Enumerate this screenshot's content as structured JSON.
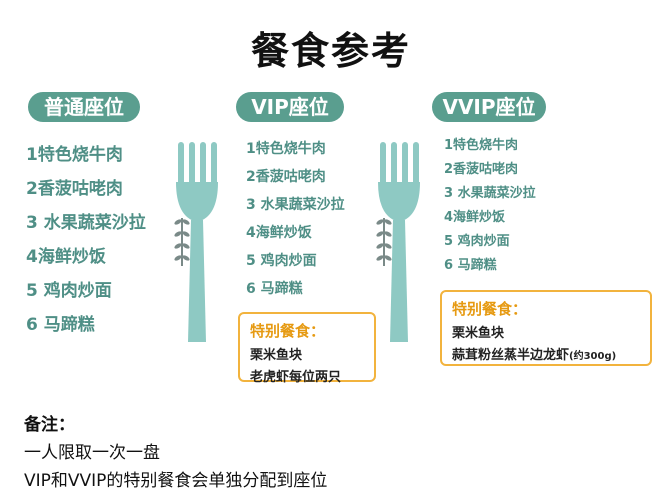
{
  "title": "餐食参考",
  "sections": [
    {
      "label": "普通座位",
      "items": [
        "1特色烧牛肉",
        "2香菠咕咾肉",
        "3 水果蔬菜沙拉",
        "4海鲜炒饭",
        "5 鸡肉炒面",
        "6 马蹄糕"
      ]
    },
    {
      "label": "VIP座位",
      "items": [
        "1特色烧牛肉",
        "2香菠咕咾肉",
        "3 水果蔬菜沙拉",
        "4海鲜炒饭",
        "5 鸡肉炒面",
        "6 马蹄糕"
      ],
      "special": {
        "title": "特别餐食：",
        "items": [
          "栗米鱼块",
          "老虎虾每位两只"
        ]
      }
    },
    {
      "label": "VVIP座位",
      "items": [
        "1特色烧牛肉",
        "2香菠咕咾肉",
        "3 水果蔬菜沙拉",
        "4海鲜炒饭",
        "5 鸡肉炒面",
        "6 马蹄糕"
      ],
      "special": {
        "title": "特别餐食：",
        "items": [
          "栗米鱼块",
          "蒜茸粉丝蒸半边龙虾"
        ],
        "suffix": "(约300g)"
      }
    }
  ],
  "notes": {
    "title": "备注：",
    "lines": [
      "一人限取一次一盘",
      "VIP和VVIP的特别餐食会单独分配到座位"
    ]
  },
  "colors": {
    "accent": "#5a9e8f",
    "menu_text": "#4f8f86",
    "special_border": "#f2b33d",
    "special_title": "#e69a12"
  },
  "icons": [
    "fork-icon",
    "fork-icon"
  ]
}
